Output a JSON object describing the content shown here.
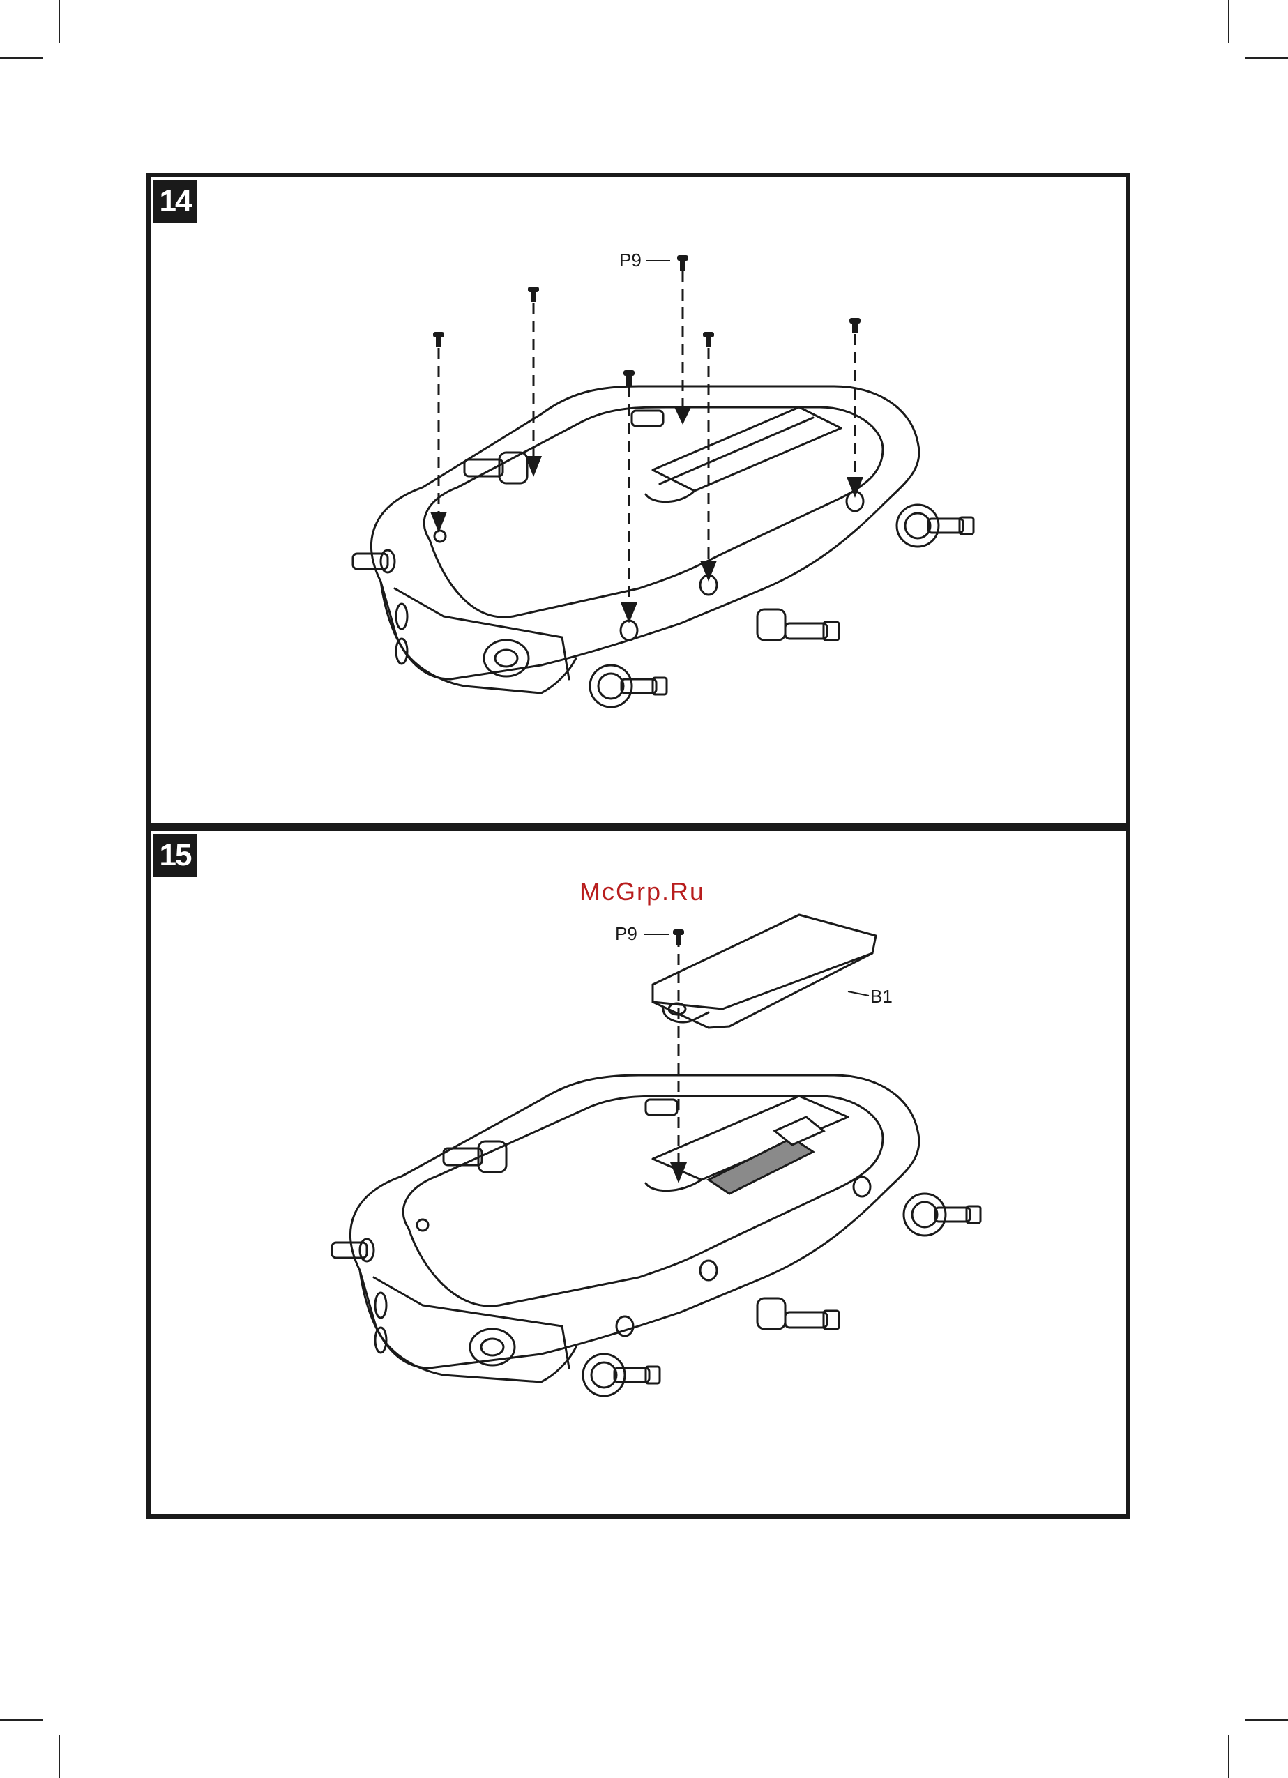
{
  "page": {
    "steps": [
      {
        "number": "14",
        "part_label": "P9"
      },
      {
        "number": "15",
        "part_label": "P9",
        "component_label": "B1"
      }
    ],
    "watermark": "McGrp.Ru"
  },
  "colors": {
    "line": "#1a1a1a",
    "watermark": "#b81d1d",
    "battery": "#8a8a8a"
  }
}
